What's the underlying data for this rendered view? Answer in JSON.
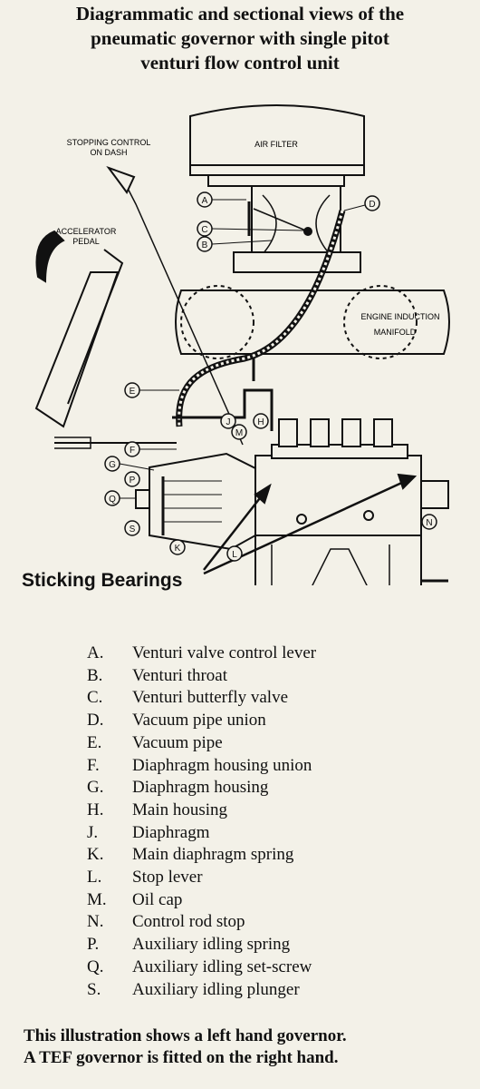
{
  "header": {
    "title_lines": [
      "Diagrammatic and sectional views of the",
      "pneumatic governor with single pitot",
      "venturi flow control unit"
    ]
  },
  "diagram": {
    "labels": {
      "air_filter": "AIR FILTER",
      "stopping_control_line1": "STOPPING CONTROL",
      "stopping_control_line2": "ON DASH",
      "accelerator_line1": "ACCELERATOR",
      "accelerator_line2": "PEDAL",
      "engine_induction": "ENGINE INDUCTION",
      "manifold": "MANIFOLD"
    },
    "callouts": {
      "A": "A",
      "B": "B",
      "C": "C",
      "D": "D",
      "E": "E",
      "F": "F",
      "G": "G",
      "H": "H",
      "J": "J",
      "K": "K",
      "L": "L",
      "M": "M",
      "N": "N",
      "P": "P",
      "Q": "Q",
      "S": "S"
    },
    "annotation": "Sticking Bearings"
  },
  "legend": [
    {
      "letter": "A.",
      "text": "Venturi valve control lever"
    },
    {
      "letter": "B.",
      "text": "Venturi throat"
    },
    {
      "letter": "C.",
      "text": "Venturi butterfly valve"
    },
    {
      "letter": "D.",
      "text": "Vacuum pipe union"
    },
    {
      "letter": "E.",
      "text": "Vacuum pipe"
    },
    {
      "letter": "F.",
      "text": "Diaphragm housing union"
    },
    {
      "letter": "G.",
      "text": "Diaphragm housing"
    },
    {
      "letter": "H.",
      "text": "Main housing"
    },
    {
      "letter": "J.",
      "text": "Diaphragm"
    },
    {
      "letter": "K.",
      "text": "Main diaphragm spring"
    },
    {
      "letter": "L.",
      "text": "Stop lever"
    },
    {
      "letter": "M.",
      "text": "Oil cap"
    },
    {
      "letter": "N.",
      "text": "Control rod stop"
    },
    {
      "letter": "P.",
      "text": "Auxiliary idling spring"
    },
    {
      "letter": "Q.",
      "text": "Auxiliary idling set-screw"
    },
    {
      "letter": "S.",
      "text": "Auxiliary idling plunger"
    }
  ],
  "footer": {
    "line1": "This illustration shows a left hand governor.",
    "line2": "A TEF governor is fitted on the right hand."
  }
}
